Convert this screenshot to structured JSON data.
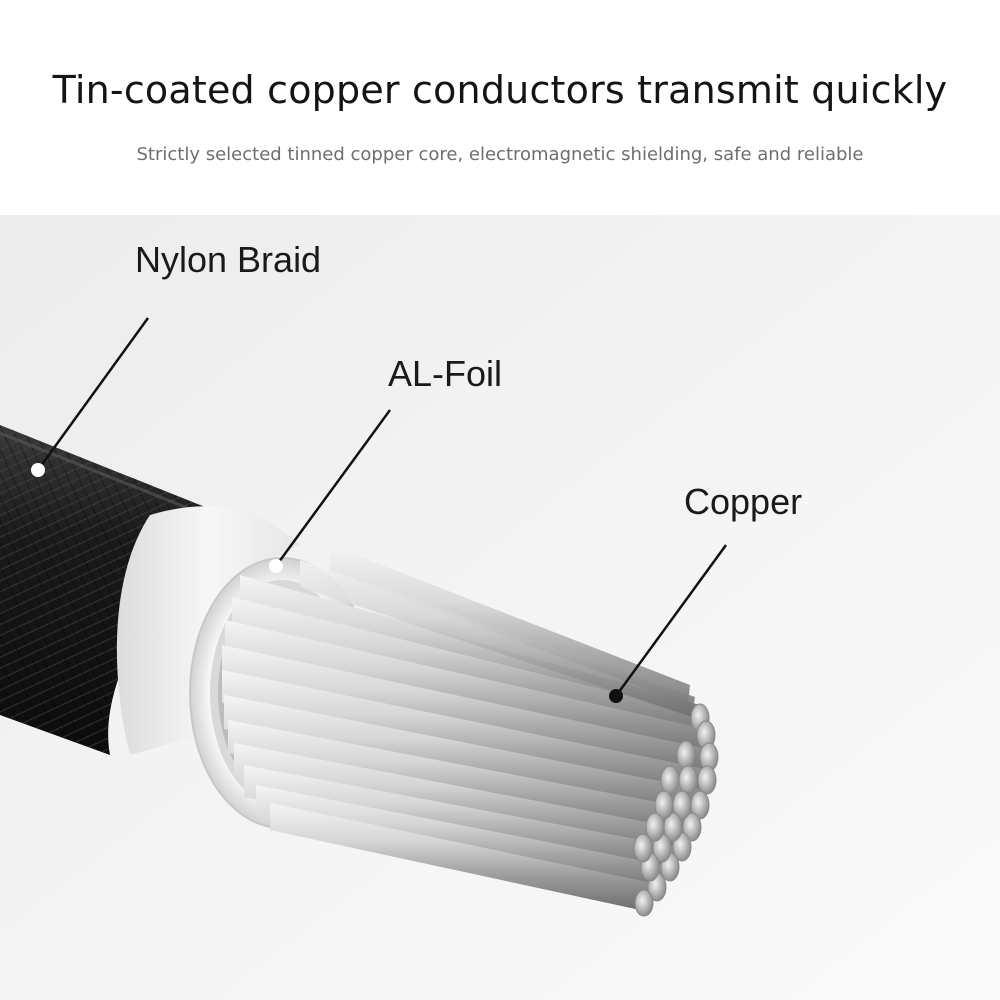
{
  "header": {
    "title": "Tin-coated copper conductors transmit quickly",
    "subtitle": "Strictly selected tinned copper core, electromagnetic shielding, safe and reliable"
  },
  "diagram": {
    "labels": {
      "nylon_braid": "Nylon Braid",
      "al_foil": "AL-Foil",
      "copper": "Copper"
    },
    "colors": {
      "background": "#efefef",
      "braid": "#1c1c1c",
      "foil": "#f2f2f2",
      "copper_strand": "#c9c9c9"
    }
  }
}
